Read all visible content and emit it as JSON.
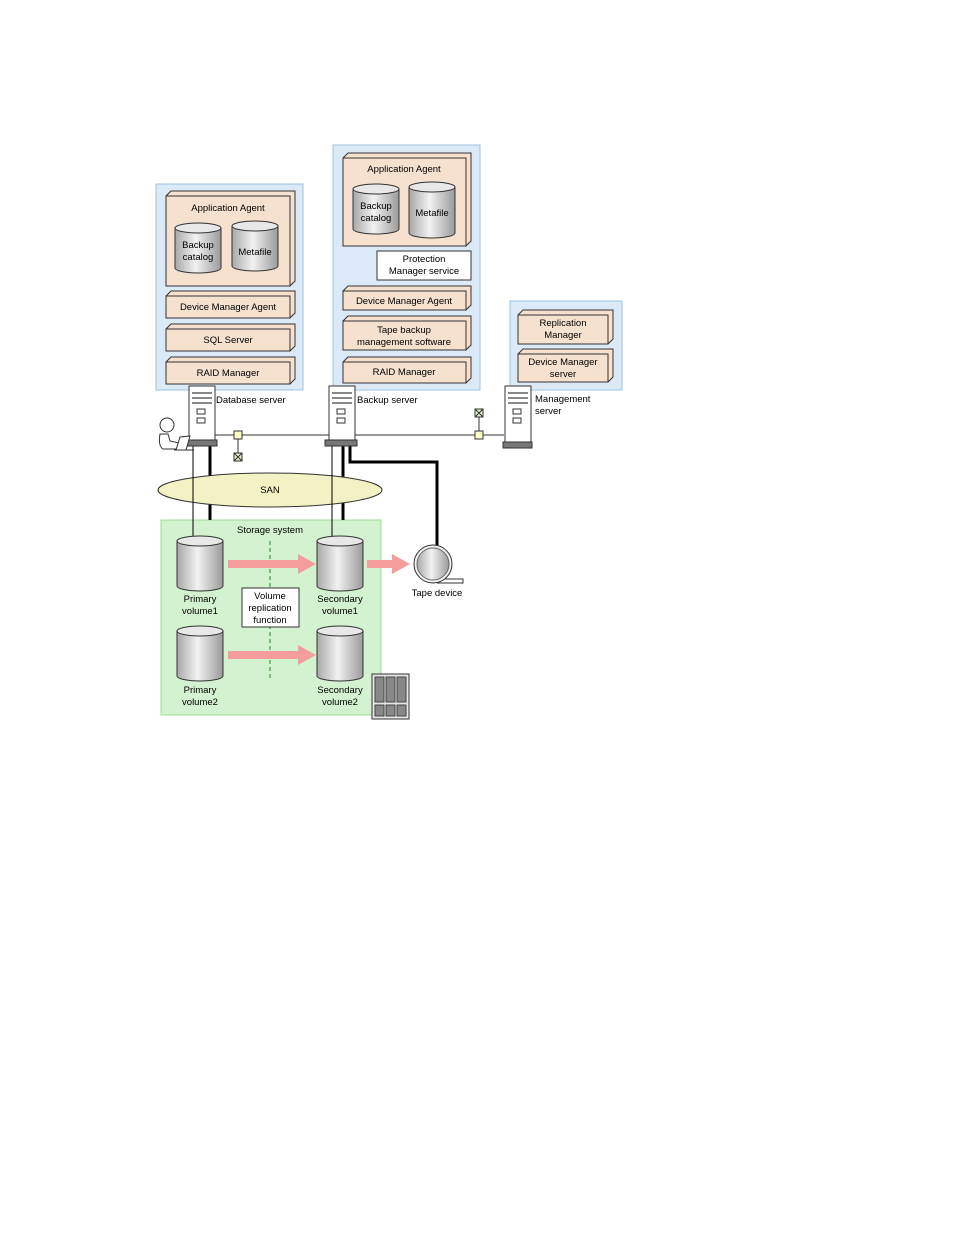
{
  "database_server": {
    "label": "Database server",
    "app_agent": {
      "title": "Application Agent",
      "db1": [
        "Backup",
        "catalog"
      ],
      "db2": "Metafile"
    },
    "components": [
      "Device Manager Agent",
      "SQL Server",
      "RAID Manager"
    ]
  },
  "backup_server": {
    "label": "Backup server",
    "app_agent": {
      "title": "Application Agent",
      "db1": [
        "Backup",
        "catalog"
      ],
      "db2": "Metafile"
    },
    "service": [
      "Protection",
      "Manager service"
    ],
    "components": [
      {
        "lines": [
          "Device Manager Agent"
        ]
      },
      {
        "lines": [
          "Tape backup",
          "management software"
        ]
      },
      {
        "lines": [
          "RAID Manager"
        ]
      }
    ]
  },
  "management_server": {
    "label": [
      "Management",
      "server"
    ],
    "components": [
      {
        "lines": [
          "Replication",
          "Manager"
        ]
      },
      {
        "lines": [
          "Device Manager",
          "server"
        ]
      }
    ]
  },
  "network": {
    "san_label": "SAN"
  },
  "storage": {
    "title": "Storage system",
    "function_label": [
      "Volume",
      "replication",
      "function"
    ],
    "volumes": {
      "primary1": [
        "Primary",
        "volume1"
      ],
      "secondary1": [
        "Secondary",
        "volume1"
      ],
      "primary2": [
        "Primary",
        "volume2"
      ],
      "secondary2": [
        "Secondary",
        "volume2"
      ]
    }
  },
  "tape": {
    "label": "Tape device"
  },
  "colors": {
    "server_panel": "#dce9f6",
    "server_panel_border": "#9cc3e6",
    "component_fill": "#f6e1cf",
    "storage_panel": "#d3f2cf",
    "storage_border": "#9fdc98",
    "san_fill": "#f2f2c4",
    "arrow": "#f59d9d"
  }
}
